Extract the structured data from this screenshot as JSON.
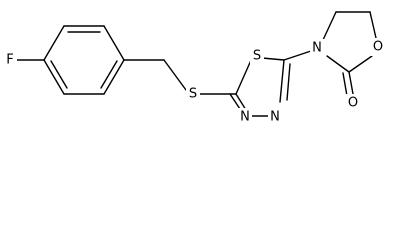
{
  "molecule": {
    "atoms": {
      "fluorine": "F",
      "thioether_sulfur": "S",
      "ring_sulfur": "S",
      "ring_nitrogen_left": "N",
      "ring_nitrogen_right": "N",
      "oxazolidinone_nitrogen": "N",
      "ring_oxygen": "O",
      "carbonyl_oxygen": "O"
    }
  }
}
